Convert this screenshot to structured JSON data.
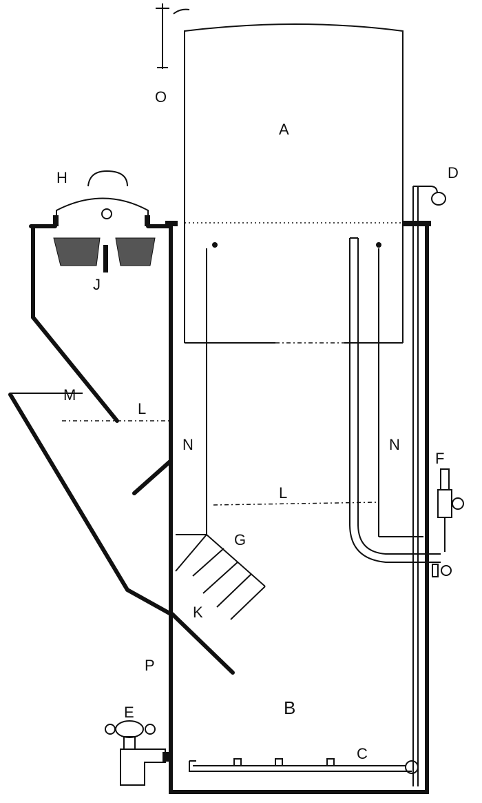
{
  "diagram": {
    "labels": {
      "O": "O",
      "A": "A",
      "H": "H",
      "D": "D",
      "J": "J",
      "M": "M",
      "L_left": "L",
      "N_left": "N",
      "N_right": "N",
      "F": "F",
      "L_mid": "L",
      "G": "G",
      "K": "K",
      "P": "P",
      "E": "E",
      "B": "B",
      "C": "C"
    }
  }
}
